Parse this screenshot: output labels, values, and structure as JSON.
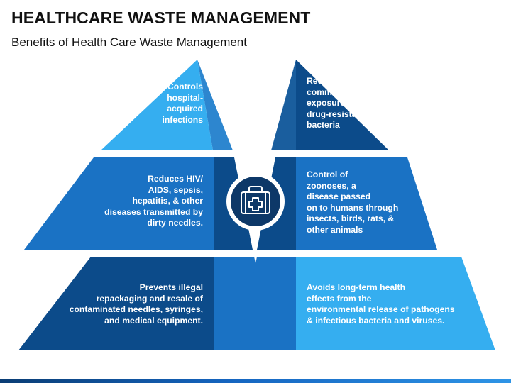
{
  "header": {
    "title": "HEALTHCARE WASTE MANAGEMENT",
    "subtitle": "Benefits of Health Care Waste Management"
  },
  "center_icon": "first-aid-kit-icon",
  "colors": {
    "light_blue": "#35aef0",
    "mid_blue": "#1a72c4",
    "dark_blue": "#0c4b8a",
    "navy": "#0d3868",
    "icon_circle": "#0d3868"
  },
  "left_blocks": [
    {
      "text": "Controls\nhospital-\nacquired\ninfections"
    },
    {
      "text": "Reduces HIV/\nAIDS, sepsis,\nhepatitis, & other\ndiseases transmitted by\ndirty needles."
    },
    {
      "text": "Prevents illegal\nrepackaging and resale of\ncontaminated needles, syringes,\nand medical equipment."
    }
  ],
  "right_blocks": [
    {
      "text": "Reduces\ncommunity\nexposure to\ndrug-resistant\nbacteria"
    },
    {
      "text": "Control of\nzoonoses, a\ndisease passed\n on to humans through\ninsects, birds, rats, &\nother animals"
    },
    {
      "text": "Avoids long-term health\n effects from the\nenvironmental release of pathogens\n& infectious bacteria and viruses."
    }
  ]
}
